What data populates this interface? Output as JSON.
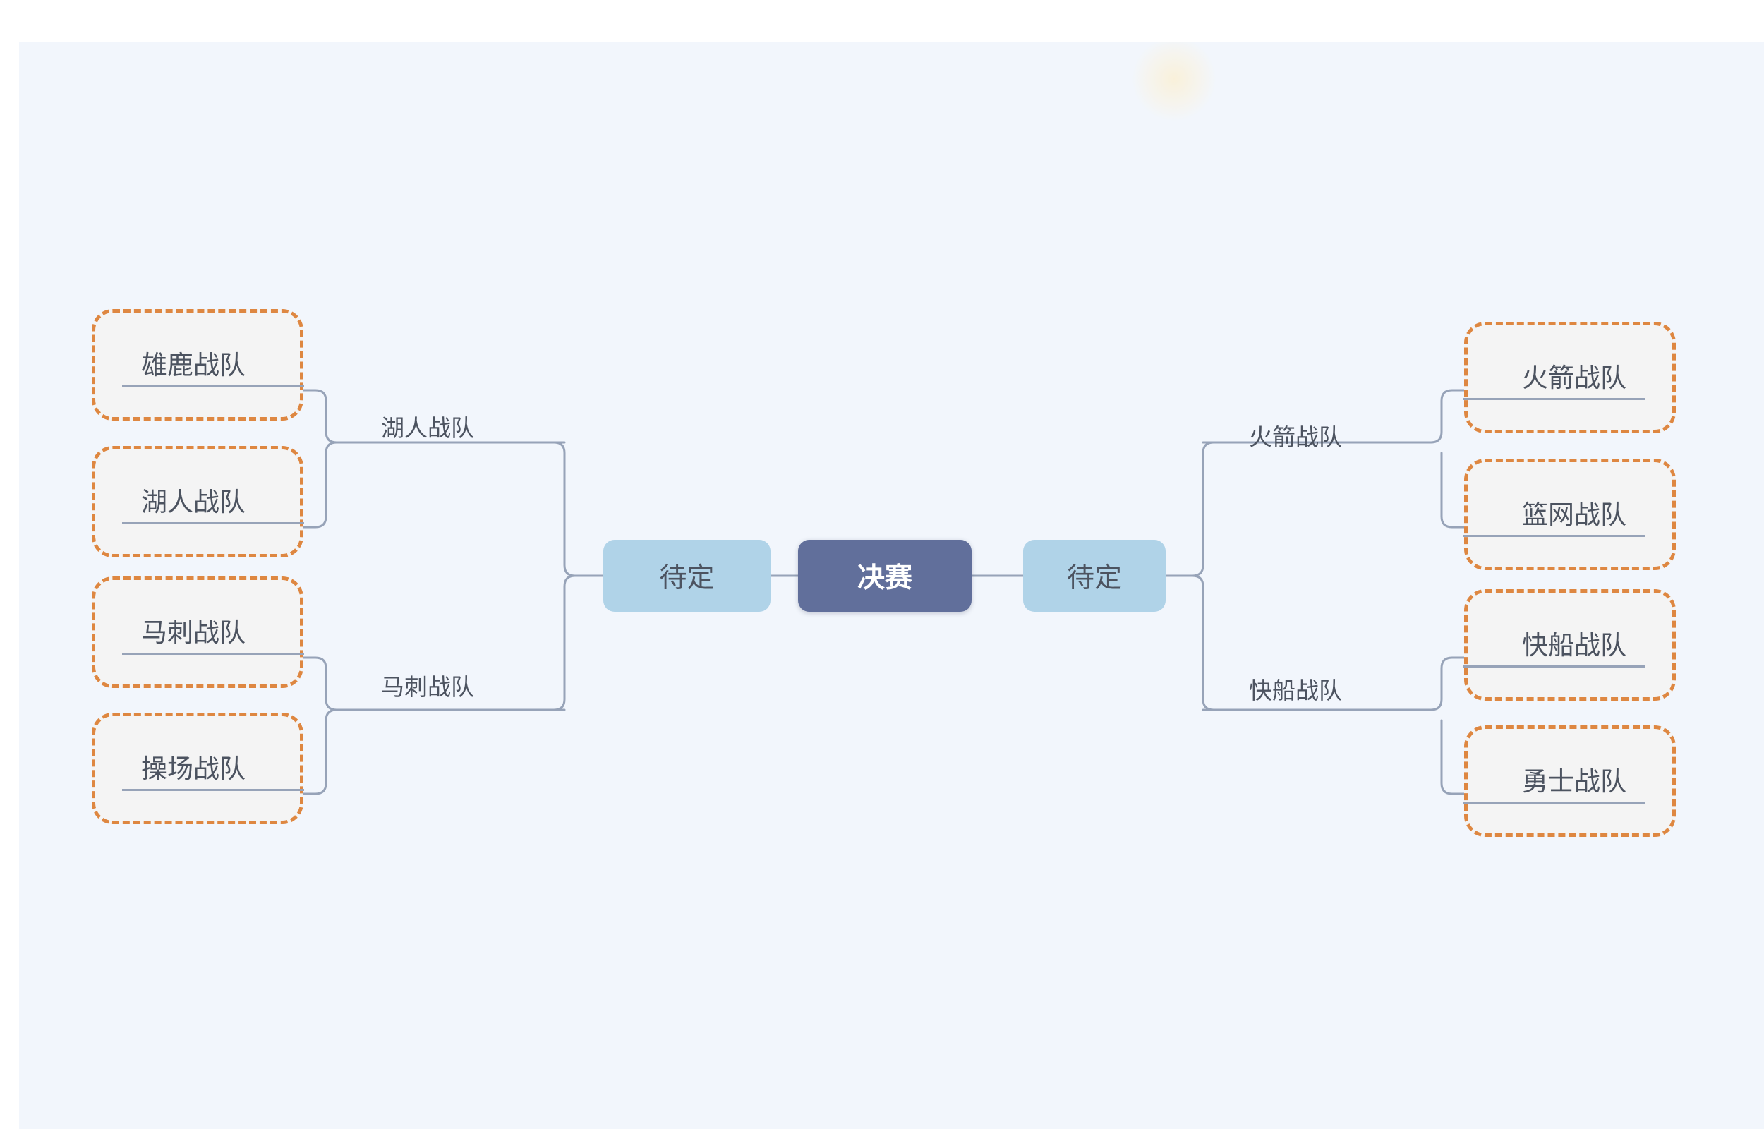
{
  "canvas": {
    "background_color": "#f2f6fc",
    "page_background_color": "#ffffff"
  },
  "theme": {
    "team_border_color": "#de8741",
    "team_fill_color": "#f4f4f4",
    "team_text_color": "#4c5360",
    "connector_color": "#97a3b8",
    "tbd_fill_color": "#b0d3e8",
    "final_fill_color": "#616f9b",
    "final_text_color": "#ffffff"
  },
  "bracket": {
    "left": {
      "teams": [
        {
          "name": "雄鹿战队"
        },
        {
          "name": "湖人战队"
        },
        {
          "name": "马刺战队"
        },
        {
          "name": "操场战队"
        }
      ],
      "match_winners": [
        {
          "label": "湖人战队"
        },
        {
          "label": "马刺战队"
        }
      ],
      "semifinal": {
        "label": "待定"
      }
    },
    "right": {
      "teams": [
        {
          "name": "火箭战队"
        },
        {
          "name": "篮网战队"
        },
        {
          "name": "快船战队"
        },
        {
          "name": "勇士战队"
        }
      ],
      "match_winners": [
        {
          "label": "火箭战队"
        },
        {
          "label": "快船战队"
        }
      ],
      "semifinal": {
        "label": "待定"
      }
    },
    "final": {
      "label": "决赛"
    }
  }
}
